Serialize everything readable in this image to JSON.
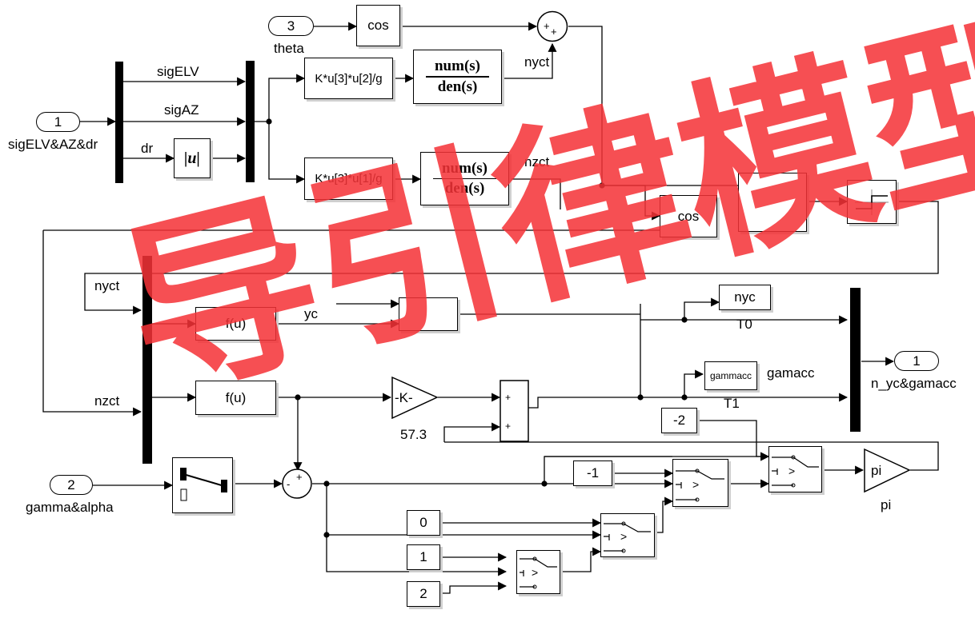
{
  "ports": {
    "in1_num": "1",
    "in1_name": "sigELV&AZ&dr",
    "in2_num": "2",
    "in2_name": "gamma&alpha",
    "in3_num": "3",
    "in3_name": "theta",
    "out1_num": "1",
    "out1_name": "n_yc&gamacc"
  },
  "signals": {
    "sigELV": "sigELV",
    "sigAZ": "sigAZ",
    "dr": "dr",
    "nyct": "nyct",
    "nzct": "nzct",
    "nyct2": "nyct",
    "nzct2": "nzct"
  },
  "blocks": {
    "cos": "cos",
    "cos2": "cos",
    "fcn1": "K*u[3]*u[2]/g",
    "fcn2": "K*u[3]*u[1]/g",
    "tf_num": "num(s)",
    "tf_den": "den(s)",
    "abs": "|u|",
    "fu1": "f(u)",
    "fu2": "f(u)",
    "gain": "-K-",
    "gain_label": "57.3",
    "const_neg2": "-2",
    "const_neg1": "-1",
    "const_0": "0",
    "const_1": "1",
    "const_2": "2",
    "pi_gain": "pi",
    "pi_label": "pi",
    "goto_nyc": "nyc",
    "goto_nyc_tag": "T0",
    "goto_gammacc": "gammacc",
    "goto_gammacc_tag": "T1",
    "gamacc": "gamacc",
    "yc": "yc"
  },
  "watermark": "导引律模型"
}
